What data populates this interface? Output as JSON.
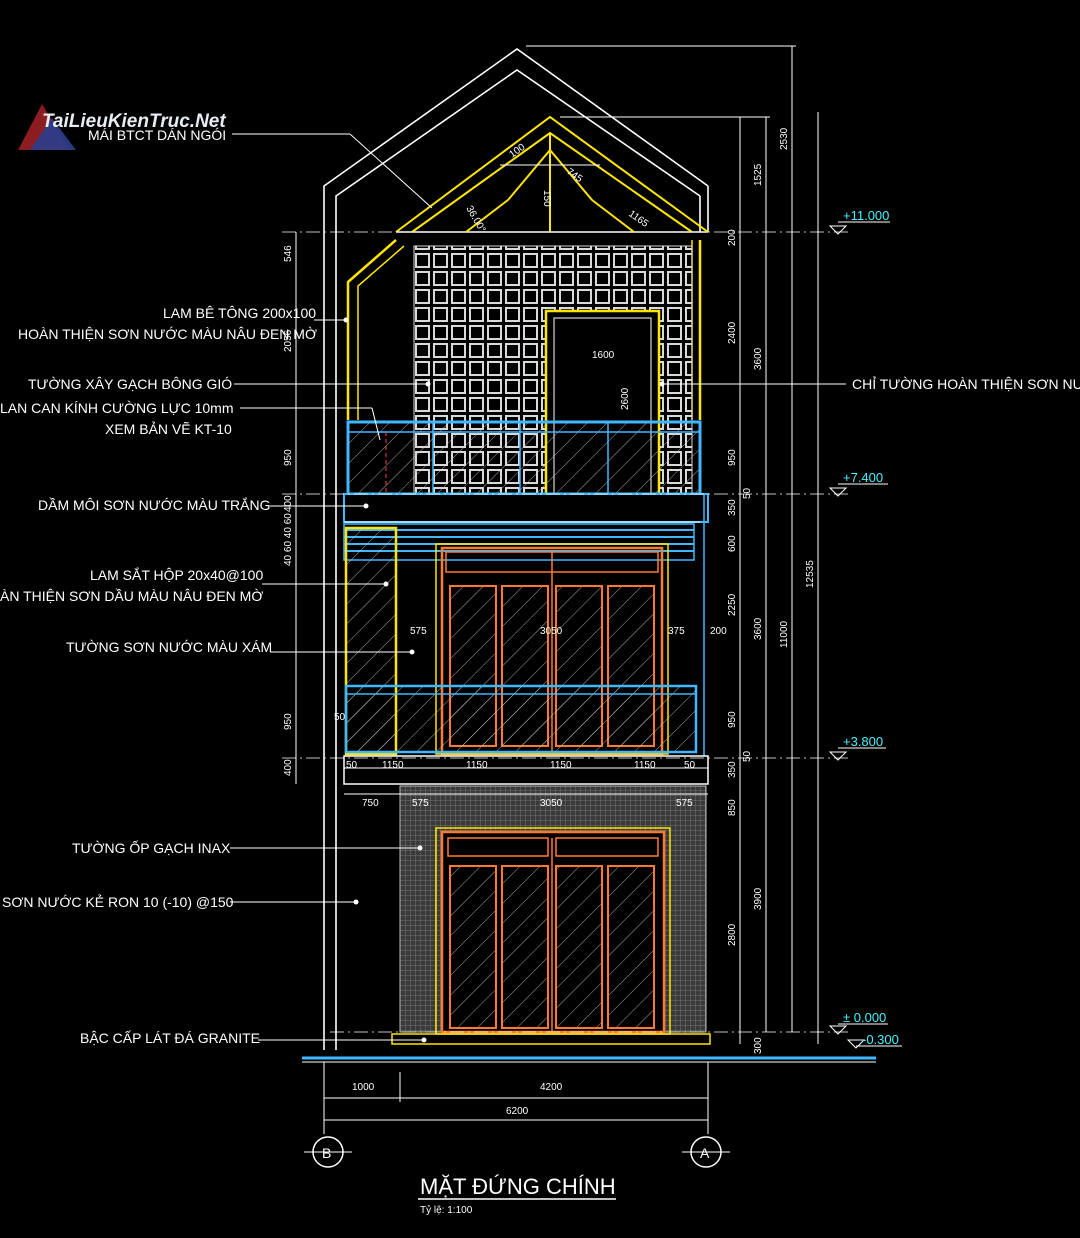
{
  "watermark": {
    "text": "TaiLieuKienTruc.Net"
  },
  "title": "MẶT ĐỨNG CHÍNH",
  "scale": "Tỷ lệ: 1:100",
  "axes": {
    "left": "B",
    "right": "A"
  },
  "labels": {
    "roof": "MÁI BTCT DÁN NGÓI",
    "lam_1": "LAM BÊ TÔNG 200x100",
    "lam_2": "HOÀN THIỆN SƠN NƯỚC MÀU NÂU ĐEN MỜ",
    "wall_bong_gio": "TƯỜNG XÂY GẠCH BÔNG GIÓ",
    "railing_1": "LAN CAN KÍNH CƯỜNG LỰC 10mm",
    "railing_2": "XEM BẢN VẼ KT-10",
    "beam": "DẦM MÔI SƠN NƯỚC MÀU TRẮNG",
    "lam_iron_1": "LAM SẮT HỘP 20x40@100",
    "lam_iron_2": "ÀN THIỆN SƠN DẦU MÀU NÂU ĐEN MỜ",
    "wall_grey": "TƯỜNG SƠN NƯỚC MÀU XÁM",
    "wall_inax": "TƯỜNG ỐP GẠCH INAX",
    "paint_joint": "SƠN NƯỚC KẺ RON 10 (-10) @150",
    "steps": "BẬC CẤP LÁT ĐÁ GRANITE",
    "right_wall": "CHỈ TƯỜNG HOÀN THIỆN SƠN NƯ"
  },
  "levels": {
    "l1": "+11.000",
    "l2": "+7.400",
    "l3": "+3.800",
    "l4": "± 0.000",
    "l5": "-0.300"
  },
  "dims": {
    "roof_angle": "36.00°",
    "r100": "100",
    "r745": "745",
    "r150": "150",
    "r1165": "1165",
    "r200a": "200",
    "d1525": "1525",
    "d2530": "2530",
    "d546": "546",
    "d2056": "2056",
    "d950a": "950",
    "d400a": "400",
    "small_stack": "40 60 40 60",
    "d950b": "950",
    "d400b": "400",
    "d1600": "1600",
    "d2600": "2600",
    "d2400": "2400",
    "d3600a": "3600",
    "d950c": "950",
    "d50a": "50",
    "d350a": "350",
    "d600": "600",
    "d2250": "2250",
    "d3600b": "3600",
    "d11000": "11000",
    "d12535": "12535",
    "d950d": "950",
    "d50b": "50",
    "d350b": "350",
    "d850": "850",
    "d3900": "3900",
    "d2800": "2800",
    "d300": "300",
    "d575a": "575",
    "d3050a": "3050",
    "d375": "375",
    "d200b": "200",
    "d50c": "50",
    "d50d": "50",
    "d1150a": "1150",
    "d1150b": "1150",
    "d1150c": "1150",
    "d1150d": "1150",
    "d50e": "50",
    "d750": "750",
    "d575b": "575",
    "d3050b": "3050",
    "d575c": "575",
    "d1000": "1000",
    "d4200": "4200",
    "d6200": "6200"
  },
  "colors": {
    "outline": "#ffffff",
    "frame": "#ffe600",
    "glass": "#3fb8ff",
    "door": "#ff7a2f",
    "level": "#49f0ff"
  }
}
